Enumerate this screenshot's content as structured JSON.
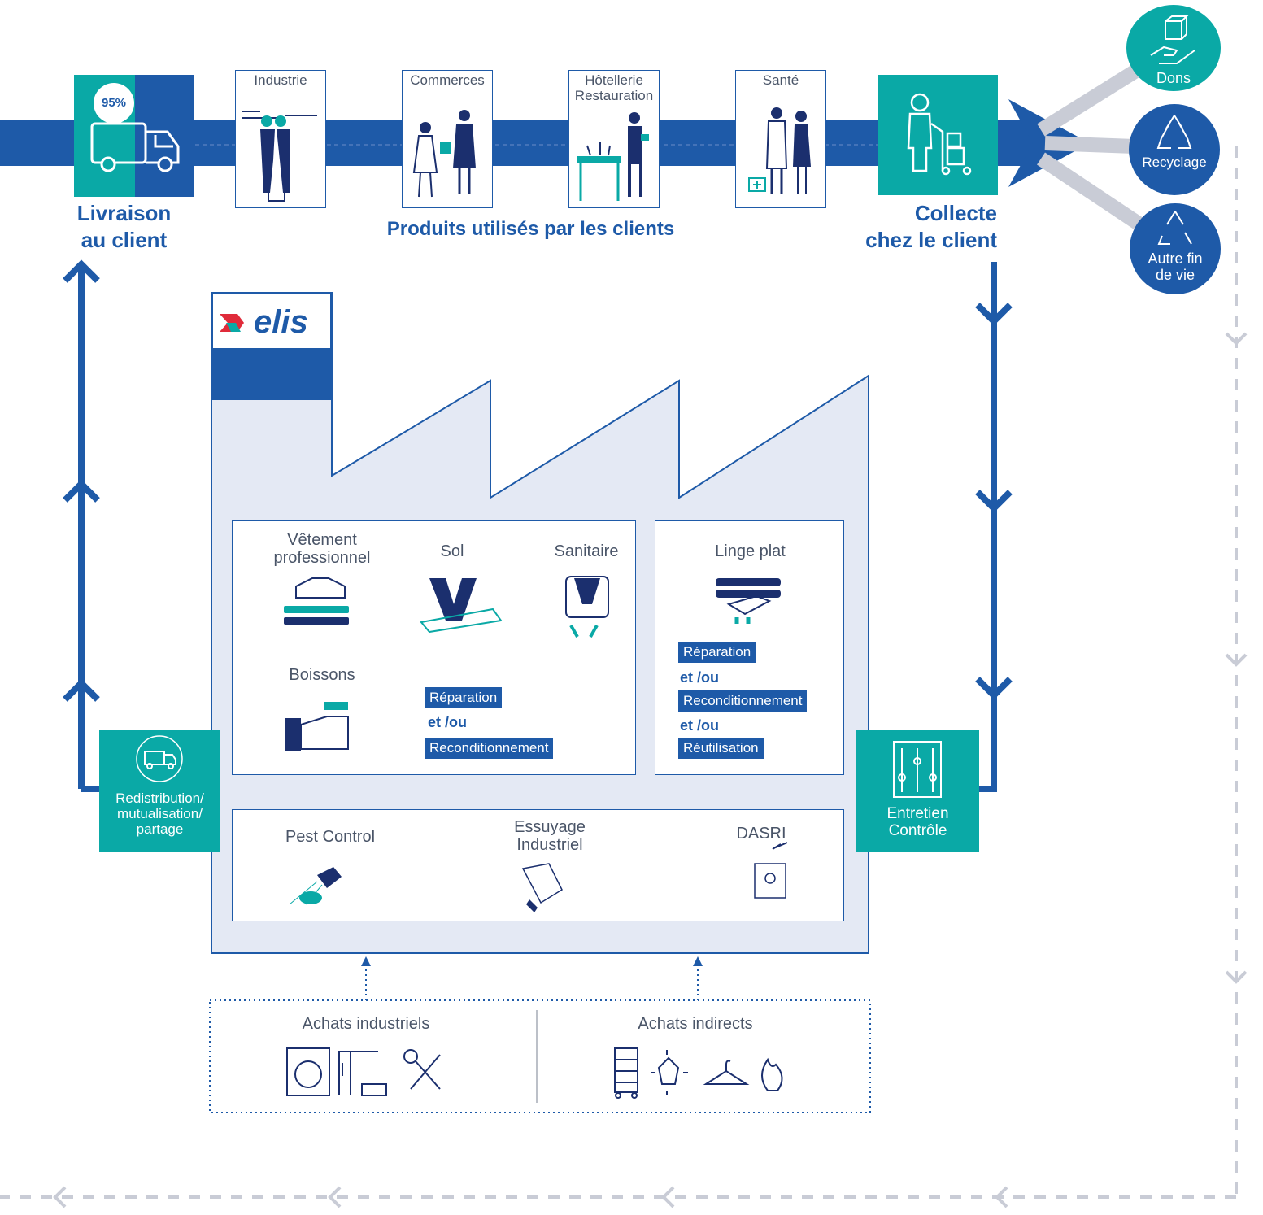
{
  "delivery": {
    "badge": "95%",
    "label_line1": "Livraison",
    "label_line2": "au client"
  },
  "client_sectors": {
    "caption": "Produits utilisés par les clients",
    "items": [
      {
        "label": "Industrie"
      },
      {
        "label": "Commerces"
      },
      {
        "label_line1": "Hôtellerie",
        "label_line2": "Restauration"
      },
      {
        "label": "Santé"
      }
    ]
  },
  "collection": {
    "label_line1": "Collecte",
    "label_line2": "chez le client"
  },
  "end_of_life": [
    {
      "label": "Dons"
    },
    {
      "label": "Recyclage"
    },
    {
      "label_line1": "Autre fin",
      "label_line2": "de vie"
    }
  ],
  "logo": {
    "text": "elis"
  },
  "services_top_left": {
    "items": [
      {
        "line1": "Vêtement",
        "line2": "professionnel"
      },
      {
        "line1": "Sol"
      },
      {
        "line1": "Sanitaire"
      },
      {
        "line1": "Boissons"
      }
    ],
    "tag1": "Réparation",
    "join": "et /ou",
    "tag2": "Reconditionnement"
  },
  "services_top_right": {
    "title": "Linge plat",
    "tag1": "Réparation",
    "join1": "et /ou",
    "tag2": "Reconditionnement",
    "join2": "et /ou",
    "tag3": "Réutilisation"
  },
  "services_bottom": {
    "items": [
      {
        "line1": "Pest Control"
      },
      {
        "line1": "Essuyage",
        "line2": "Industriel"
      },
      {
        "line1": "DASRI"
      }
    ]
  },
  "redistribution": {
    "line1": "Redistribution/",
    "line2": "mutualisation/",
    "line3": "partage"
  },
  "maintenance": {
    "line1": "Entretien",
    "line2": "Contrôle"
  },
  "purchases": {
    "industrial": "Achats industriels",
    "indirect": "Achats indirects"
  },
  "colors": {
    "blue": "#1e5aa8",
    "teal": "#0aa9a6",
    "navy": "#1b2f6e",
    "factory_fill": "#e4e9f4",
    "gray_line": "#c9ccd6"
  }
}
